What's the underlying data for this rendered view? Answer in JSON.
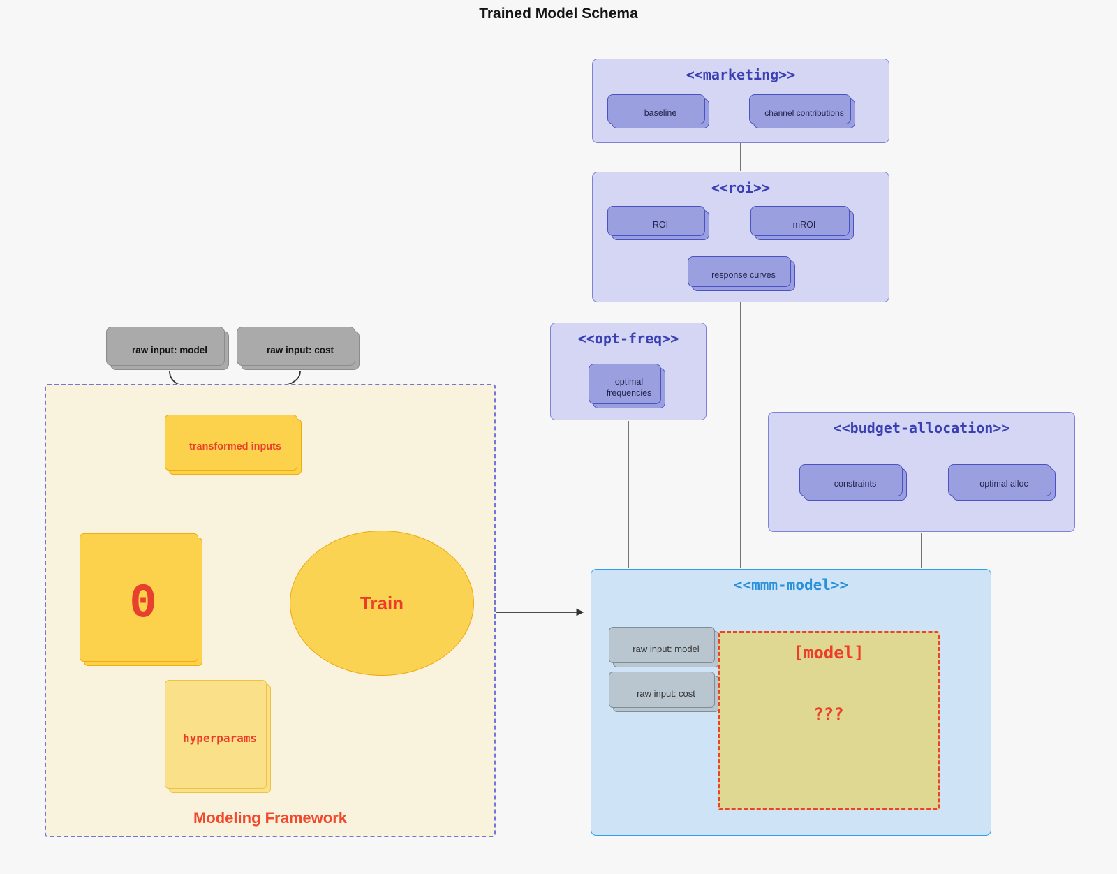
{
  "title": "Trained Model Schema",
  "colors": {
    "page_bg": "#f7f7f8",
    "cluster_purple_bg": "#d5d6f3",
    "cluster_purple_border": "#7d81d8",
    "cluster_purple_title": "#3a40b4",
    "purple_node_bg": "#9a9fe0",
    "purple_node_border": "#4b52c4",
    "mmm_bg": "#cee4f6",
    "mmm_border": "#2ba1e6",
    "mmm_title": "#2a90da",
    "gray_node_bg": "#aaaaaa",
    "grayblue_node_bg": "#b9c6d0",
    "framework_bg": "#f9f2dc",
    "framework_border": "#7276d8",
    "yellow_node_bg": "#fcd14b",
    "yellow_node_border": "#f1ad0d",
    "light_yellow_bg": "#fae189",
    "model_box_bg": "#ded893",
    "accent_red": "#ee3c28",
    "edge_dark": "#333333"
  },
  "clusters": {
    "marketing": {
      "title": "<<marketing>>",
      "node_baseline": "baseline",
      "node_channel": "channel contributions"
    },
    "roi": {
      "title": "<<roi>>",
      "node_roi": "ROI",
      "node_mroi": "mROI",
      "node_response": "response curves"
    },
    "opt_freq": {
      "title": "<<opt-freq>>",
      "node_optimal": "optimal\nfrequencies"
    },
    "budget": {
      "title": "<<budget-allocation>>",
      "node_constraints": "constraints",
      "node_alloc": "optimal alloc"
    },
    "mmm": {
      "title": "<<mmm-model>>",
      "node_raw_model": "raw input: model",
      "node_raw_cost": "raw input: cost",
      "model_label": "[model]",
      "model_unknown": "???"
    },
    "framework": {
      "title": "Modeling Framework",
      "node_raw_model": "raw input: model",
      "node_raw_cost": "raw input: cost",
      "node_transformed": "transformed inputs",
      "node_theta": "Θ",
      "node_train": "Train",
      "node_hyperparams": "hyperparams"
    }
  }
}
